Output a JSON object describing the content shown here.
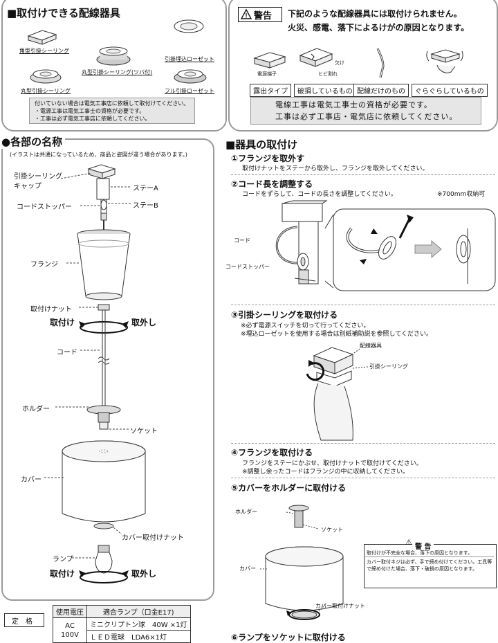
{
  "fixtures": {
    "title": "■取付けできる配線器具",
    "items": [
      "角型引掛シーリング",
      "丸型引掛シーリング(ツバ付)",
      "引掛埋込ローゼット",
      "丸型引掛シーリング",
      "フル引掛ローゼット"
    ],
    "note": [
      "付いていない場合は電気工事店に依頼して取付けてください。",
      "・電源工事は電気工事士の資格が必要です。",
      "・工事は必ず電気工事店に依頼してください。"
    ]
  },
  "warning": {
    "badge": "警告",
    "text1": "下記のような配線器具には取付けられません。",
    "text2": "火災、感電、落下によるけがの原因となります。",
    "part_labels": [
      "電源端子",
      "欠け",
      "ヒビ割れ"
    ],
    "tags": [
      "露出タイプ",
      "破損しているもの",
      "配線だけのもの",
      "ぐらぐらしているもの"
    ],
    "note1": "電線工事は電気工事士の資格が必要です。",
    "note2": "工事は必ず工事店・電気店に依頼してください。"
  },
  "parts": {
    "title": "●各部の名称",
    "subtitle": "(イラストは共通になっているため、商品と姿図が違う場合があります。)",
    "labels": {
      "cap1": "引掛シーリング",
      "cap2": "キャップ",
      "stayA": "ステーA",
      "stopper": "コードストッパー",
      "stayB": "ステーB",
      "flange": "フランジ",
      "nut": "取付けナット",
      "attach": "取付け",
      "remove": "取外し",
      "cord": "コード",
      "holder": "ホルダー",
      "socket": "ソケット",
      "cover": "カバー",
      "cover_nut": "カバー取付けナット",
      "lamp": "ランプ",
      "attach2": "取付け",
      "remove2": "取外し"
    }
  },
  "spec": {
    "label": "定　格",
    "h1": "使用電圧",
    "h2": "適合ランプ（口金E17)",
    "v1": "AC",
    "v2": "100V",
    "l1": "ミニクリプトン球　40W ×1灯",
    "l2": "ＬＥＤ電球　LDA6×1灯"
  },
  "install": {
    "title": "■器具の取付け",
    "s1": "①フランジを取外す",
    "s1d": "取付けナットをステーから取外し、フランジを取外してください。",
    "s2": "②コード長を調整する",
    "s2d": "コードをずらして、コードの長さを調整してください。",
    "s2n": "※700mm収納可",
    "s2l1": "コード",
    "s2l2": "コードストッパー",
    "s3": "③引掛シーリングを取付ける",
    "s3n1": "※必ず電源スイッチを切って行ってください。",
    "s3n2": "※埋込ローゼットを使用する場合は別紙補助説を参照してください。",
    "s3l1": "配線器具",
    "s3l2": "引掛シーリング",
    "s4": "④フランジを取付ける",
    "s4d1": "フランジをステーにかぶせ、取付けナットで取付けてください。",
    "s4d2": "※調整し余ったコードはフランジの中に収納してください。",
    "s5": "⑤カバーをホルダーに取付ける",
    "s5l1": "ホルダー",
    "s5l2": "ソケット",
    "s5l3": "カバー",
    "s5l4": "カバー取付けナット",
    "w_title": "警 告",
    "w1": "取付けが不完全な場合、落下の原因となります。",
    "w2": "カバー取付ネジは必ず、手で締め付けてください。工具等で締め付けた場合、落下・破損の原因となります。",
    "s6": "⑥ランプをソケットに取付ける"
  }
}
